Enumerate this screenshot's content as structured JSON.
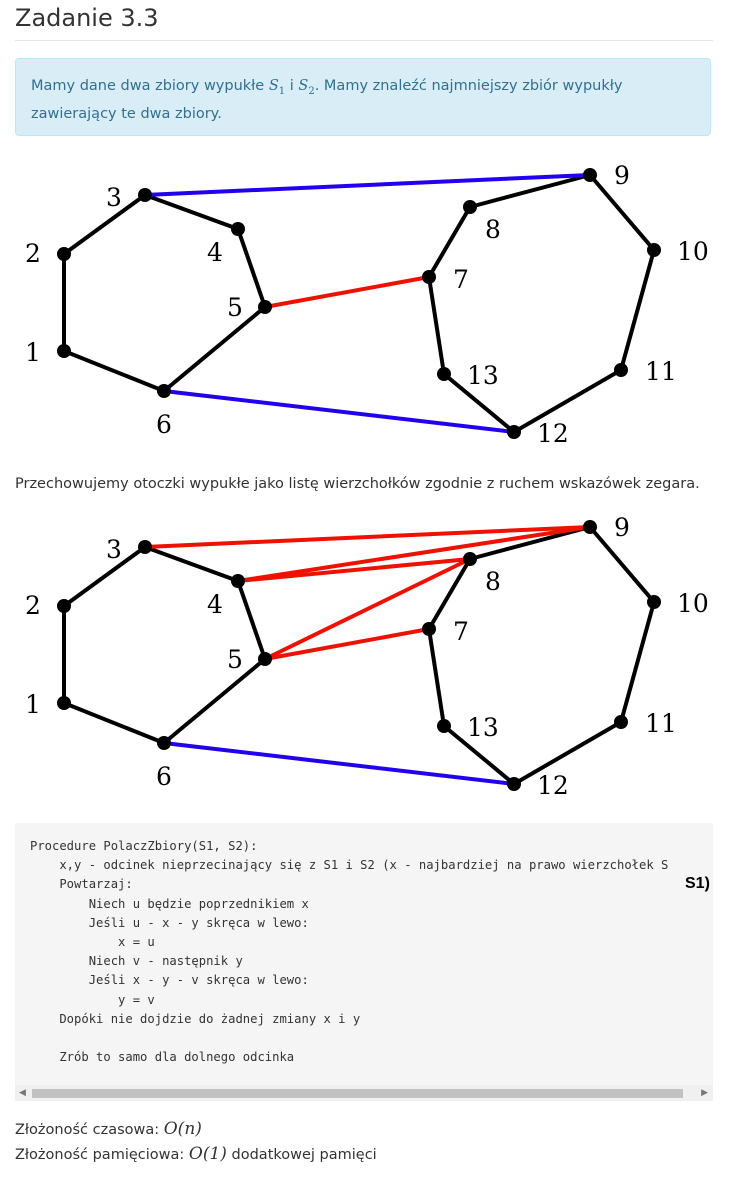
{
  "heading": "Zadanie 3.3",
  "alert": {
    "before": "Mamy dane dwa zbiory wypukłe ",
    "set1": "S",
    "set1_sub": "1",
    "conj": " i ",
    "set2": "S",
    "set2_sub": "2",
    "after": ". Mamy znaleźć najmniejszy zbiór wypukły zawierający te dwa zbiory."
  },
  "graph": {
    "vertex_labels": [
      "1",
      "2",
      "3",
      "4",
      "5",
      "6",
      "7",
      "8",
      "9",
      "10",
      "11",
      "12",
      "13"
    ],
    "black_edge_color": "#000000",
    "blue_edge_color": "#2200ee",
    "red_edge_color": "#ee1100"
  },
  "clockwise_note": "Przechowujemy otoczki wypukłe jako listę wierzchołków zgodnie z ruchem wskazówek zegara.",
  "code_lines": [
    "Procedure PolaczZbiory(S1, S2):",
    "    x,y - odcinek nieprzecinający się z S1 i S2 (x - najbardziej na prawo wierzchołek S",
    "    Powtarzaj:",
    "        Niech u będzie poprzednikiem x",
    "        Jeśli u - x - y skręca w lewo:",
    "            x = u",
    "        Niech v - następnik y",
    "        Jeśli x - y - v skręca w lewo:",
    "            y = v",
    "    Dopóki nie dojdzie do żadnej zmiany x i y",
    "",
    "    Zrób to samo dla dolnego odcinka"
  ],
  "overflow_fragment": "S1)",
  "scroll_left_arrow": "◀",
  "scroll_right_arrow": "▶",
  "complexity": {
    "time_label": "Złożoność czasowa: ",
    "time_value": "O(n)",
    "memory_label": "Złożoność pamięciowa: ",
    "memory_value": "O(1)",
    "memory_suffix": " dodatkowej pamięci"
  }
}
